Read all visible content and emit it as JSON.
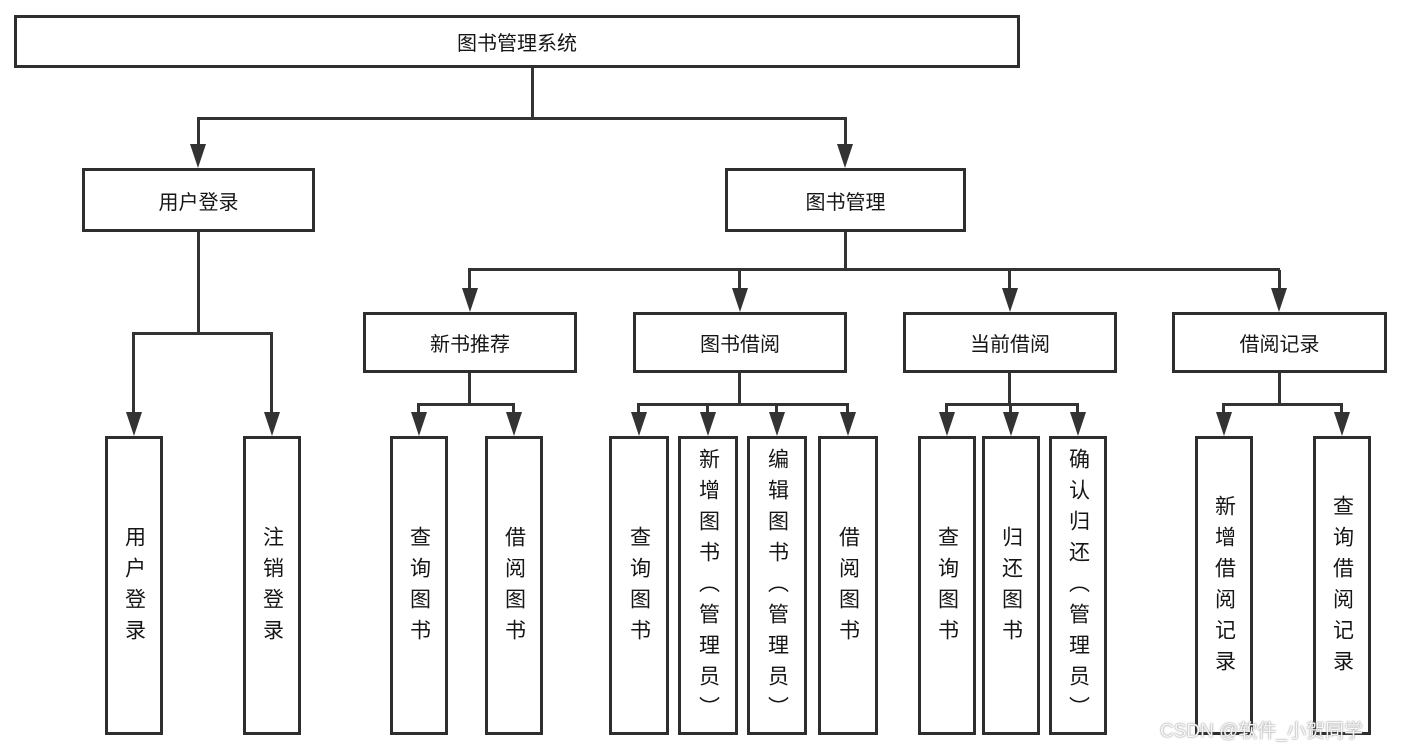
{
  "tree": {
    "label": "图书管理系统",
    "children": [
      {
        "label": "用户登录",
        "children": [
          {
            "label": "用户登录"
          },
          {
            "label": "注销登录"
          }
        ]
      },
      {
        "label": "图书管理",
        "children": [
          {
            "label": "新书推荐",
            "children": [
              {
                "label": "查询图书"
              },
              {
                "label": "借阅图书"
              }
            ]
          },
          {
            "label": "图书借阅",
            "children": [
              {
                "label": "查询图书"
              },
              {
                "label": "新增图书（管理员）"
              },
              {
                "label": "编辑图书（管理员）"
              },
              {
                "label": "借阅图书"
              }
            ]
          },
          {
            "label": "当前借阅",
            "children": [
              {
                "label": "查询图书"
              },
              {
                "label": "归还图书"
              },
              {
                "label": "确认归还（管理员）"
              }
            ]
          },
          {
            "label": "借阅记录",
            "children": [
              {
                "label": "新增借阅记录"
              },
              {
                "label": "查询借阅记录"
              }
            ]
          }
        ]
      }
    ]
  },
  "watermark": {
    "text": "CSDN @软件_小贺同学"
  },
  "colors": {
    "line": "#333333",
    "border": "#2e2e2e",
    "text": "#161616",
    "background": "#ffffff"
  }
}
